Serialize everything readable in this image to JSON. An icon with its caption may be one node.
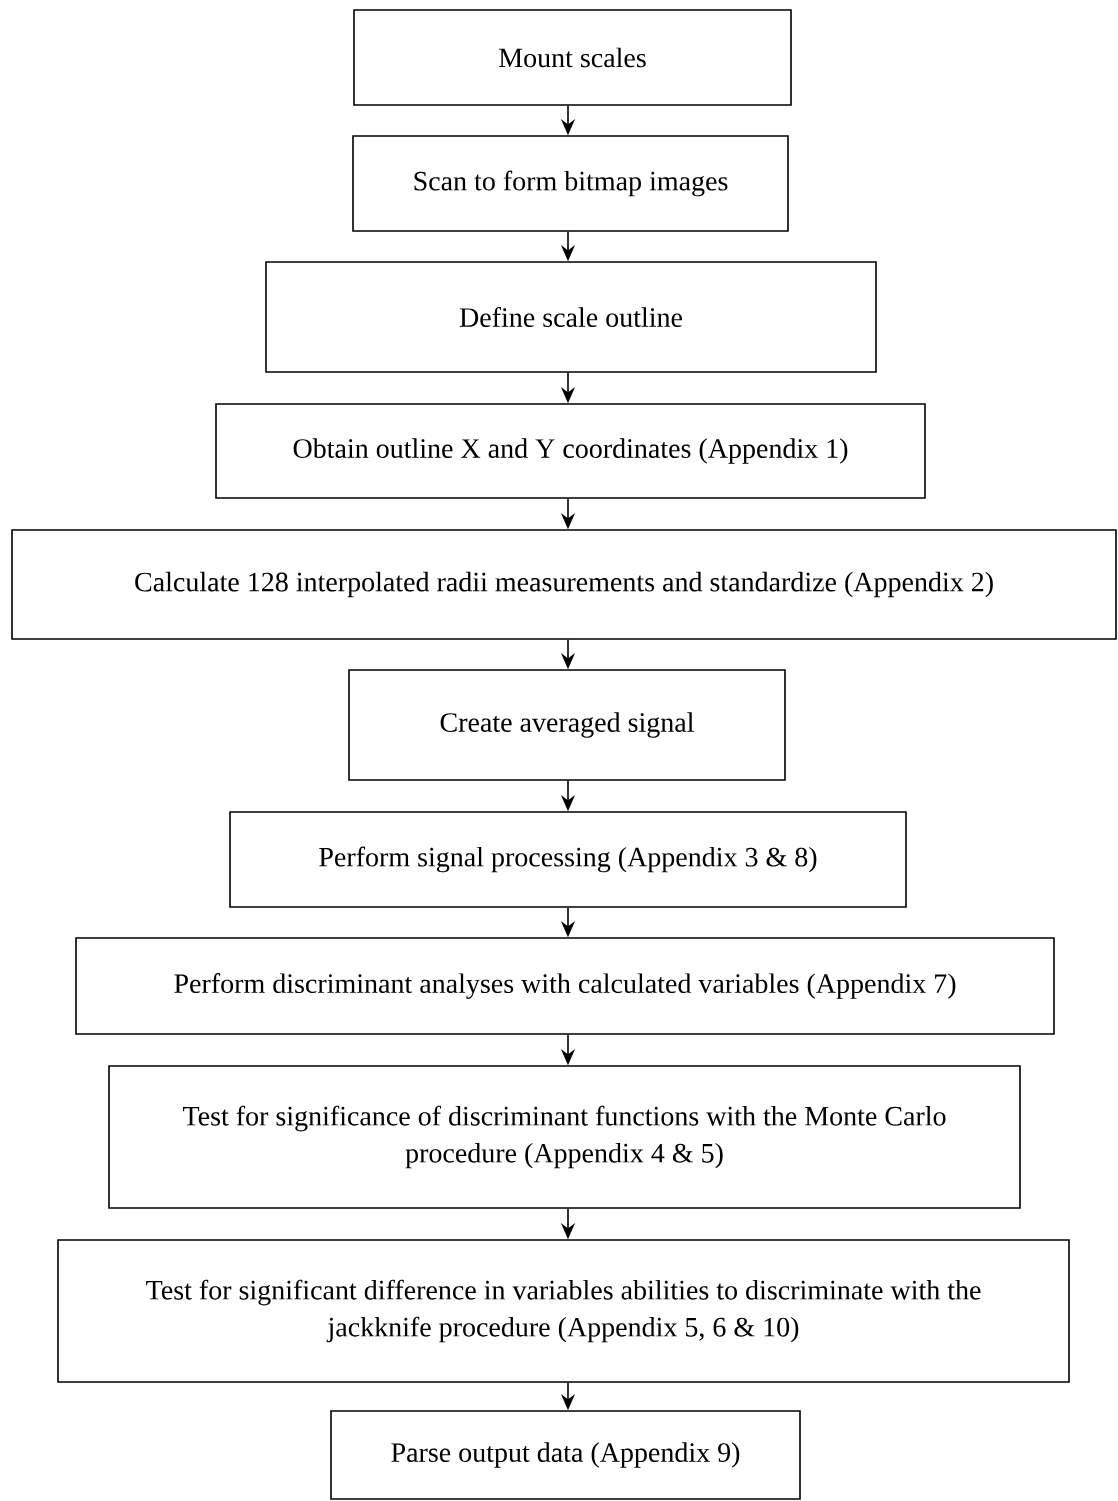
{
  "diagram": {
    "nodes": [
      {
        "text": [
          "Mount scales"
        ]
      },
      {
        "text": [
          "Scan to form bitmap images"
        ]
      },
      {
        "text": [
          "Define scale outline"
        ]
      },
      {
        "text": [
          "Obtain outline X and Y coordinates (Appendix 1)"
        ]
      },
      {
        "text": [
          "Calculate 128 interpolated radii measurements and standardize (Appendix 2)"
        ]
      },
      {
        "text": [
          "Create averaged signal"
        ]
      },
      {
        "text": [
          "Perform signal processing (Appendix 3 & 8)"
        ]
      },
      {
        "text": [
          "Perform discriminant analyses with calculated variables (Appendix 7)"
        ]
      },
      {
        "text": [
          "Test for significance of discriminant functions with the Monte Carlo procedure (Appendix 4 & 5)"
        ]
      },
      {
        "text": [
          "Test for significant difference in variables abilities to discriminate with the jackknife procedure (Appendix 5, 6 & 10)"
        ]
      },
      {
        "text": [
          "Parse output data (Appendix 9)"
        ]
      }
    ],
    "edges": [
      {
        "from": 0,
        "to": 1,
        "arrow": "to"
      },
      {
        "from": 1,
        "to": 2,
        "arrow": "to"
      },
      {
        "from": 2,
        "to": 3,
        "arrow": "to"
      },
      {
        "from": 3,
        "to": 4,
        "arrow": "to"
      },
      {
        "from": 4,
        "to": 5,
        "arrow": "to"
      },
      {
        "from": 5,
        "to": 6,
        "arrow": "to"
      },
      {
        "from": 6,
        "to": 7,
        "arrow": "to"
      },
      {
        "from": 7,
        "to": 8,
        "arrow": "to"
      },
      {
        "from": 8,
        "to": 9,
        "arrow": "to"
      },
      {
        "from": 9,
        "to": 10,
        "arrow": "to"
      }
    ]
  }
}
